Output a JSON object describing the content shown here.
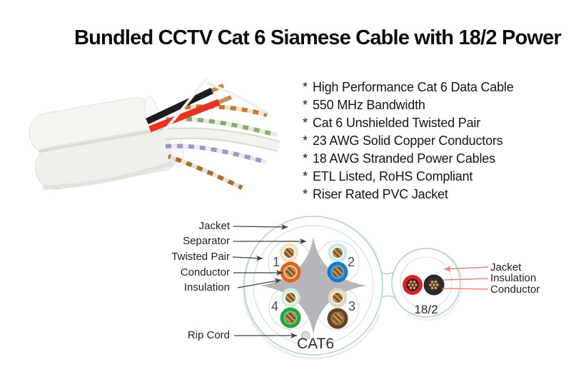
{
  "title": "Bundled CCTV Cat 6 Siamese Cable with 18/2 Power",
  "features": {
    "bullet": "*",
    "items": [
      "High Performance Cat 6 Data Cable",
      "550 MHz Bandwidth",
      "Cat 6 Unshielded Twisted Pair",
      "23 AWG Solid Copper Conductors",
      "18 AWG Stranded Power Cables",
      "ETL Listed, RoHS Compliant",
      "Riser Rated PVC Jacket"
    ]
  },
  "diagram": {
    "cat6_label": "CAT6",
    "power_label": "18/2",
    "left_labels": {
      "jacket": "Jacket",
      "separator": "Separator",
      "twisted_pair": "Twisted Pair",
      "conductor": "Conductor",
      "insulation": "Insulation",
      "rip_cord": "Rip Cord"
    },
    "right_labels": {
      "jacket": "Jacket",
      "insulation": "Insulation",
      "conductor": "Conductor"
    },
    "pair_numbers": {
      "top_left": "1",
      "top_right": "2",
      "bottom_right": "3",
      "bottom_left": "4"
    },
    "colors": {
      "pair1_stripe": "#f2e4c4",
      "pair1_solid": "#e2611c",
      "pair2_stripe": "#c7e9ea",
      "pair2_solid": "#1a79c4",
      "pair3_stripe": "#ddd6c9",
      "pair3_solid": "#64411f",
      "pair4_stripe": "#d0eedd",
      "pair4_solid": "#2ba23e",
      "power_red": "#d8232a",
      "power_black": "#2b2b2d",
      "jacket_outline": "#aed6c4",
      "separator_gray": "#b6b6ba",
      "label_arrow": "#3d3d3d",
      "callout_red": "#f2837b",
      "copper": "#c98e4f"
    }
  }
}
